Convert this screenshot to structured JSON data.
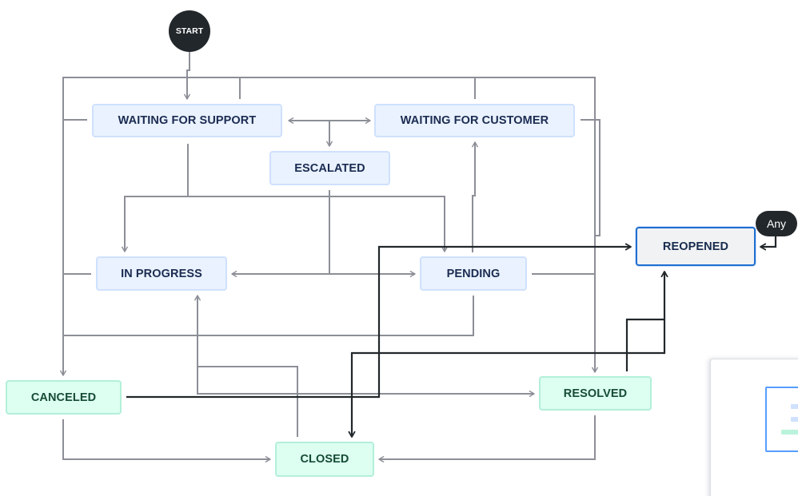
{
  "diagram": {
    "start_label": "START",
    "any_label": "Any",
    "statuses": {
      "waiting_for_support": "WAITING FOR SUPPORT",
      "waiting_for_customer": "WAITING FOR CUSTOMER",
      "escalated": "ESCALATED",
      "in_progress": "IN PROGRESS",
      "pending": "PENDING",
      "reopened": "REOPENED",
      "canceled": "CANCELED",
      "resolved": "RESOLVED",
      "closed": "CLOSED"
    }
  },
  "colors": {
    "todo_fill": "#e9f2fe",
    "todo_border": "#cfe1fd",
    "done_fill": "#dcfff1",
    "done_border": "#b3efd9",
    "selected_border": "#1f6fd1",
    "transition_line": "#8c8f97",
    "highlighted_transition_line": "#22272b",
    "start_node": "#22272b"
  }
}
